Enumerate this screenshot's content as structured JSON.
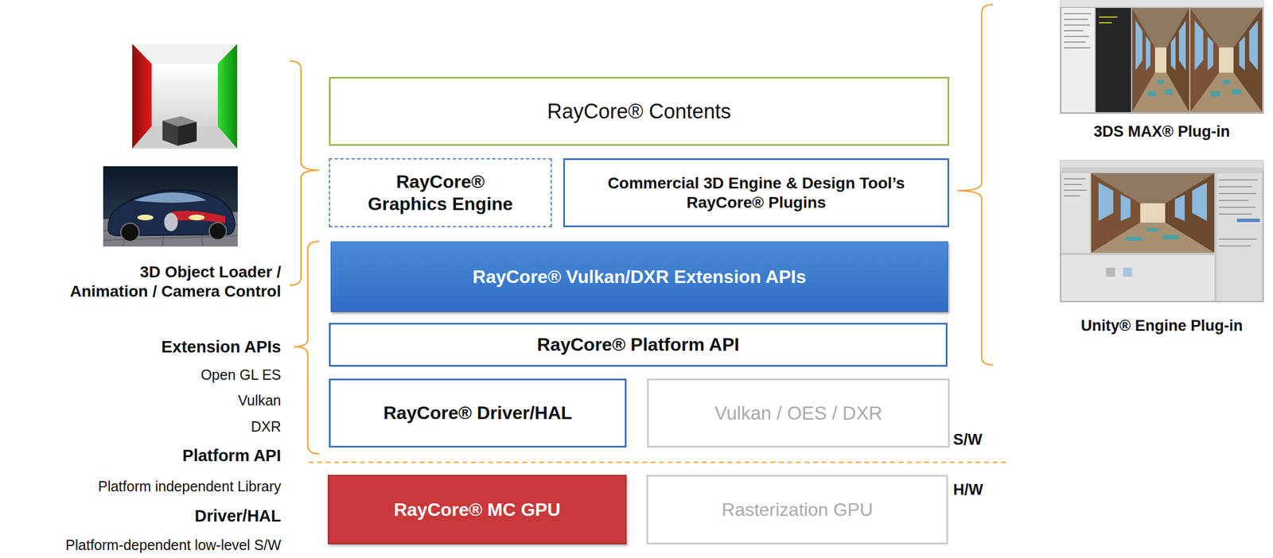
{
  "diagram": {
    "nodes": [
      {
        "text": [
          "RayCore® Contents"
        ]
      },
      {
        "text": [
          "RayCore® Graphics Engine"
        ]
      },
      {
        "text": [
          "Commercial 3D Engine & Design Tool’s RayCore® Plugins"
        ]
      },
      {
        "text": [
          "RayCore® Vulkan/DXR Extension APIs"
        ]
      },
      {
        "text": [
          "RayCore® Platform API"
        ]
      },
      {
        "text": [
          "RayCore® Driver/HAL"
        ]
      },
      {
        "text": [
          "Vulkan / OES / DXR"
        ]
      },
      {
        "text": [
          "RayCore® MC GPU"
        ]
      },
      {
        "text": [
          "Rasterization GPU"
        ]
      }
    ],
    "labels": [
      "3D Object Loader / Animation / Camera Control",
      "Extension APIs",
      "Open GL ES",
      "Vulkan",
      "DXR",
      "Platform API",
      "Platform independent Library",
      "Driver/HAL",
      "Platform-dependent low-level S/W",
      "S/W",
      "H/W",
      "3DS MAX® Plug-in",
      "Unity® Engine Plug-in"
    ]
  }
}
